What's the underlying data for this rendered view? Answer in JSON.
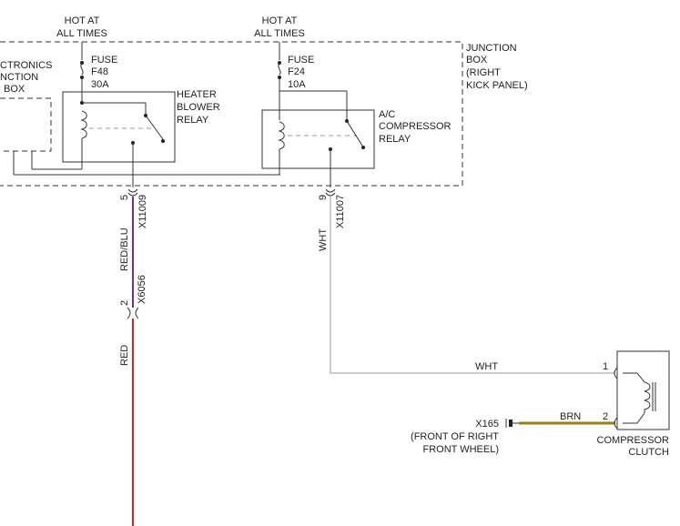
{
  "sources": {
    "hot_left_1": "HOT AT",
    "hot_left_2": "ALL TIMES",
    "hot_right_1": "HOT AT",
    "hot_right_2": "ALL TIMES"
  },
  "fuses": {
    "f48": {
      "word": "FUSE",
      "id": "F48",
      "rating": "30A"
    },
    "f24": {
      "word": "FUSE",
      "id": "F24",
      "rating": "10A"
    }
  },
  "relays": {
    "heater": [
      "HEATER",
      "BLOWER",
      "RELAY"
    ],
    "ac": [
      "A/C",
      "COMPRESSOR",
      "RELAY"
    ]
  },
  "junction_box": [
    "JUNCTION",
    "BOX",
    "(RIGHT",
    "KICK PANEL)"
  ],
  "electronics_box": [
    "CTRONICS",
    "NCTION",
    "BOX"
  ],
  "connectors": {
    "x11009": {
      "id": "X11009",
      "pin": "5"
    },
    "x6056": {
      "id": "X6056",
      "pin": "2"
    },
    "x11007": {
      "id": "X11007",
      "pin": "9"
    },
    "clutch_pin1": "1",
    "clutch_pin2": "2"
  },
  "wires": {
    "red_blu": {
      "label": "RED/BLU",
      "color": "#7b2d8e"
    },
    "red": {
      "label": "RED",
      "color": "#e02020"
    },
    "wht_vertical": {
      "label": "WHT",
      "color": "#cccccc"
    },
    "wht_horizontal": {
      "label": "WHT",
      "color": "#cccccc"
    },
    "brn": {
      "label": "BRN",
      "color": "#a07c10"
    }
  },
  "ground": {
    "id": "X165",
    "location_1": "(FRONT OF RIGHT",
    "location_2": "FRONT WHEEL)"
  },
  "compressor_clutch": [
    "COMPRESSOR",
    "CLUTCH"
  ]
}
